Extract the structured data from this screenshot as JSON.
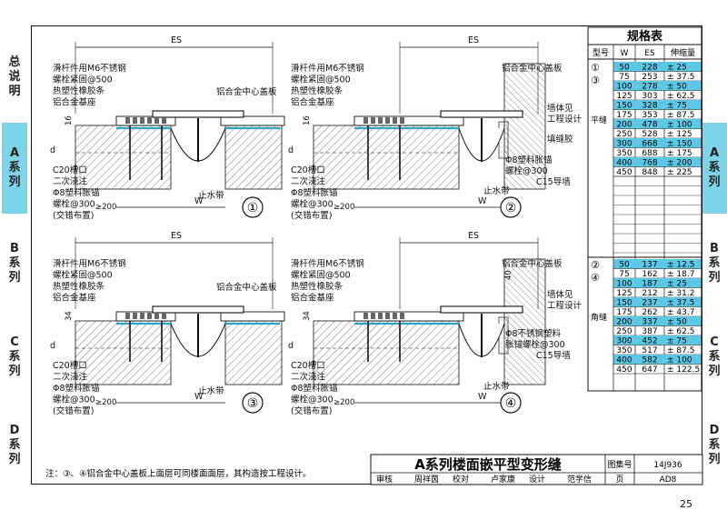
{
  "side_tabs": [
    {
      "id": "general",
      "text": "总说明",
      "bg": "#ffffff"
    },
    {
      "id": "a",
      "text": "A系列",
      "bg": "#7fd3e9"
    },
    {
      "id": "b",
      "text": "B系列",
      "bg": "#ffffff"
    },
    {
      "id": "c",
      "text": "C系列",
      "bg": "#ffffff"
    },
    {
      "id": "d",
      "text": "D系列",
      "bg": "#ffffff"
    }
  ],
  "right_tabs": [
    {
      "id": "a",
      "text": "A系列",
      "bg": "#7fd3e9"
    },
    {
      "id": "b",
      "text": "B系列",
      "bg": "#ffffff"
    },
    {
      "id": "c",
      "text": "C系列",
      "bg": "#ffffff"
    },
    {
      "id": "d",
      "text": "D系列",
      "bg": "#ffffff"
    }
  ],
  "colors": {
    "highlight": "#5bc8e6",
    "tab_active": "#7fd3e9",
    "line": "#111111"
  },
  "details": [
    {
      "num": "①",
      "es": "ES",
      "w": "W",
      "labels": [
        "滑杆件用M6不锈钢",
        "螺栓紧固@500",
        "热塑性橡胶条",
        "铝合金基座",
        "铝合金中心盖板",
        "C20槽口",
        "二次浇注",
        "Φ8塑料胀锚",
        "螺栓@300",
        "(交错布置)",
        "止水带",
        "≥200",
        "d",
        "16"
      ]
    },
    {
      "num": "②",
      "es": "ES",
      "w": "W",
      "labels": [
        "铝合金中心盖板",
        "墙体见",
        "工程设计",
        "填缝胶",
        "Φ8塑料胀锚",
        "螺栓@300",
        "C15导墙",
        "止水带",
        "滑杆件用M6不锈钢",
        "螺栓紧固@500",
        "热塑性橡胶条",
        "铝合金基座",
        "C20槽口",
        "二次浇注",
        "Φ8塑料胀锚",
        "螺栓@300",
        "(交错布置)",
        "≥200",
        "d",
        "16"
      ]
    },
    {
      "num": "③",
      "es": "ES",
      "w": "W",
      "labels": [
        "滑杆件用M6不锈钢",
        "螺栓紧固@500",
        "热塑性橡胶条",
        "铝合金基座",
        "铝合金中心盖板",
        "C20槽口",
        "二次浇注",
        "Φ8塑料胀锚",
        "螺栓@300",
        "(交错布置)",
        "止水带",
        "≥200",
        "d",
        "34"
      ]
    },
    {
      "num": "④",
      "es": "ES",
      "w": "W",
      "labels": [
        "铝合金中心盖板",
        "墙体见",
        "工程设计",
        "Φ8不锈钢塑料",
        "胀锚螺栓@300",
        "C15导墙",
        "止水带",
        "滑杆件用M6不锈钢",
        "螺栓紧固@500",
        "热塑性橡胶条",
        "铝合金基座",
        "C20槽口",
        "二次浇注",
        "Φ8塑料胀锚",
        "螺栓@300",
        "(交错布置)",
        "≥200",
        "d",
        "34",
        "40"
      ]
    }
  ],
  "spec_table": {
    "title": "规格表",
    "headers": [
      "型号",
      "W",
      "ES",
      "伸缩量"
    ],
    "groups": [
      {
        "markers": [
          "①",
          "③"
        ],
        "label": "平缝",
        "rows": [
          {
            "w": "50",
            "es": "228",
            "dx": "± 25",
            "hl": true
          },
          {
            "w": "75",
            "es": "253",
            "dx": "± 37.5",
            "hl": false
          },
          {
            "w": "100",
            "es": "278",
            "dx": "± 50",
            "hl": true
          },
          {
            "w": "125",
            "es": "303",
            "dx": "± 62.5",
            "hl": false
          },
          {
            "w": "150",
            "es": "328",
            "dx": "± 75",
            "hl": true
          },
          {
            "w": "175",
            "es": "353",
            "dx": "± 87.5",
            "hl": false
          },
          {
            "w": "200",
            "es": "478",
            "dx": "± 100",
            "hl": true
          },
          {
            "w": "250",
            "es": "528",
            "dx": "± 125",
            "hl": false
          },
          {
            "w": "300",
            "es": "668",
            "dx": "± 150",
            "hl": true
          },
          {
            "w": "350",
            "es": "688",
            "dx": "± 175",
            "hl": false
          },
          {
            "w": "400",
            "es": "768",
            "dx": "± 200",
            "hl": true
          },
          {
            "w": "450",
            "es": "848",
            "dx": "± 225",
            "hl": false
          }
        ]
      },
      {
        "markers": [
          "②",
          "④"
        ],
        "label": "角缝",
        "rows": [
          {
            "w": "50",
            "es": "137",
            "dx": "± 12.5",
            "hl": true
          },
          {
            "w": "75",
            "es": "162",
            "dx": "± 18.7",
            "hl": false
          },
          {
            "w": "100",
            "es": "187",
            "dx": "± 25",
            "hl": true
          },
          {
            "w": "125",
            "es": "212",
            "dx": "± 31.2",
            "hl": false
          },
          {
            "w": "150",
            "es": "237",
            "dx": "± 37.5",
            "hl": true
          },
          {
            "w": "175",
            "es": "262",
            "dx": "± 43.7",
            "hl": false
          },
          {
            "w": "200",
            "es": "337",
            "dx": "± 50",
            "hl": true
          },
          {
            "w": "250",
            "es": "387",
            "dx": "± 62.5",
            "hl": false
          },
          {
            "w": "300",
            "es": "452",
            "dx": "± 75",
            "hl": true
          },
          {
            "w": "350",
            "es": "517",
            "dx": "± 87.5",
            "hl": false
          },
          {
            "w": "400",
            "es": "582",
            "dx": "± 100",
            "hl": true
          },
          {
            "w": "450",
            "es": "647",
            "dx": "± 122.5",
            "hl": false
          }
        ]
      }
    ]
  },
  "note": "注：③、④铝合金中心盖板上面层可同楼面面层，其构造按工程设计。",
  "title_block": {
    "title": "A系列楼面嵌平型变形缝",
    "atlas_label": "图集号",
    "atlas_no": "14J936",
    "page_label": "页",
    "page_code": "AD8",
    "roles": [
      "审核",
      "周祥茵",
      "校对",
      "卢家康",
      "设计",
      "范学信"
    ]
  },
  "page_number": "25"
}
